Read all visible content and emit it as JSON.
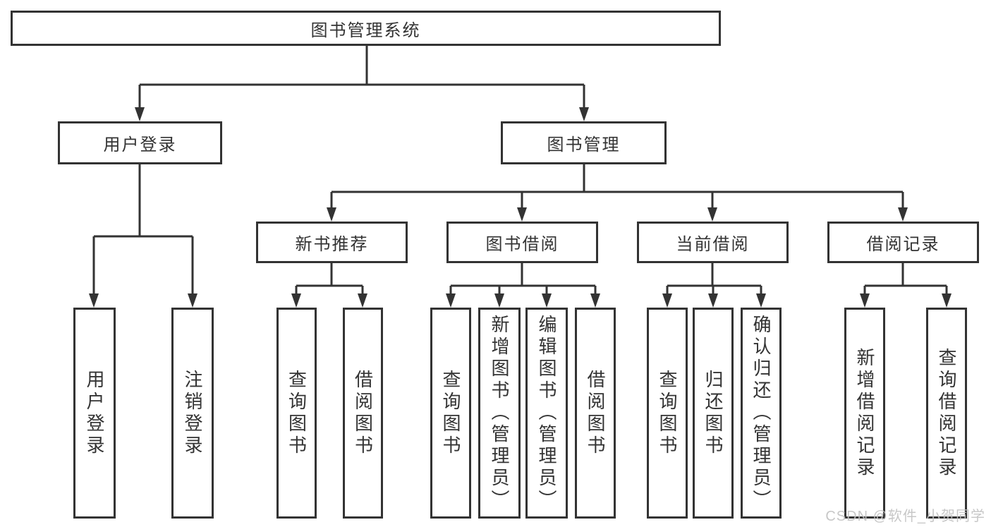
{
  "tree": {
    "root": {
      "label": "图书管理系统"
    },
    "branches": [
      {
        "label": "用户登录",
        "children": [
          {
            "label": "用户登录"
          },
          {
            "label": "注销登录"
          }
        ]
      },
      {
        "label": "图书管理",
        "children": [
          {
            "label": "新书推荐",
            "children": [
              {
                "label": "查询图书"
              },
              {
                "label": "借阅图书"
              }
            ]
          },
          {
            "label": "图书借阅",
            "children": [
              {
                "label": "查询图书"
              },
              {
                "label": "新增图书（管理员）"
              },
              {
                "label": "编辑图书（管理员）"
              },
              {
                "label": "借阅图书"
              }
            ]
          },
          {
            "label": "当前借阅",
            "children": [
              {
                "label": "查询图书"
              },
              {
                "label": "归还图书"
              },
              {
                "label": "确认归还（管理员）"
              }
            ]
          },
          {
            "label": "借阅记录",
            "children": [
              {
                "label": "新增借阅记录"
              },
              {
                "label": "查询借阅记录"
              }
            ]
          }
        ]
      }
    ]
  },
  "watermark": {
    "text": "CSDN @软件_小贺同学"
  },
  "colors": {
    "line": "#333333",
    "text": "#333333",
    "watermark": "#c2c2c2",
    "bg": "#ffffff"
  }
}
